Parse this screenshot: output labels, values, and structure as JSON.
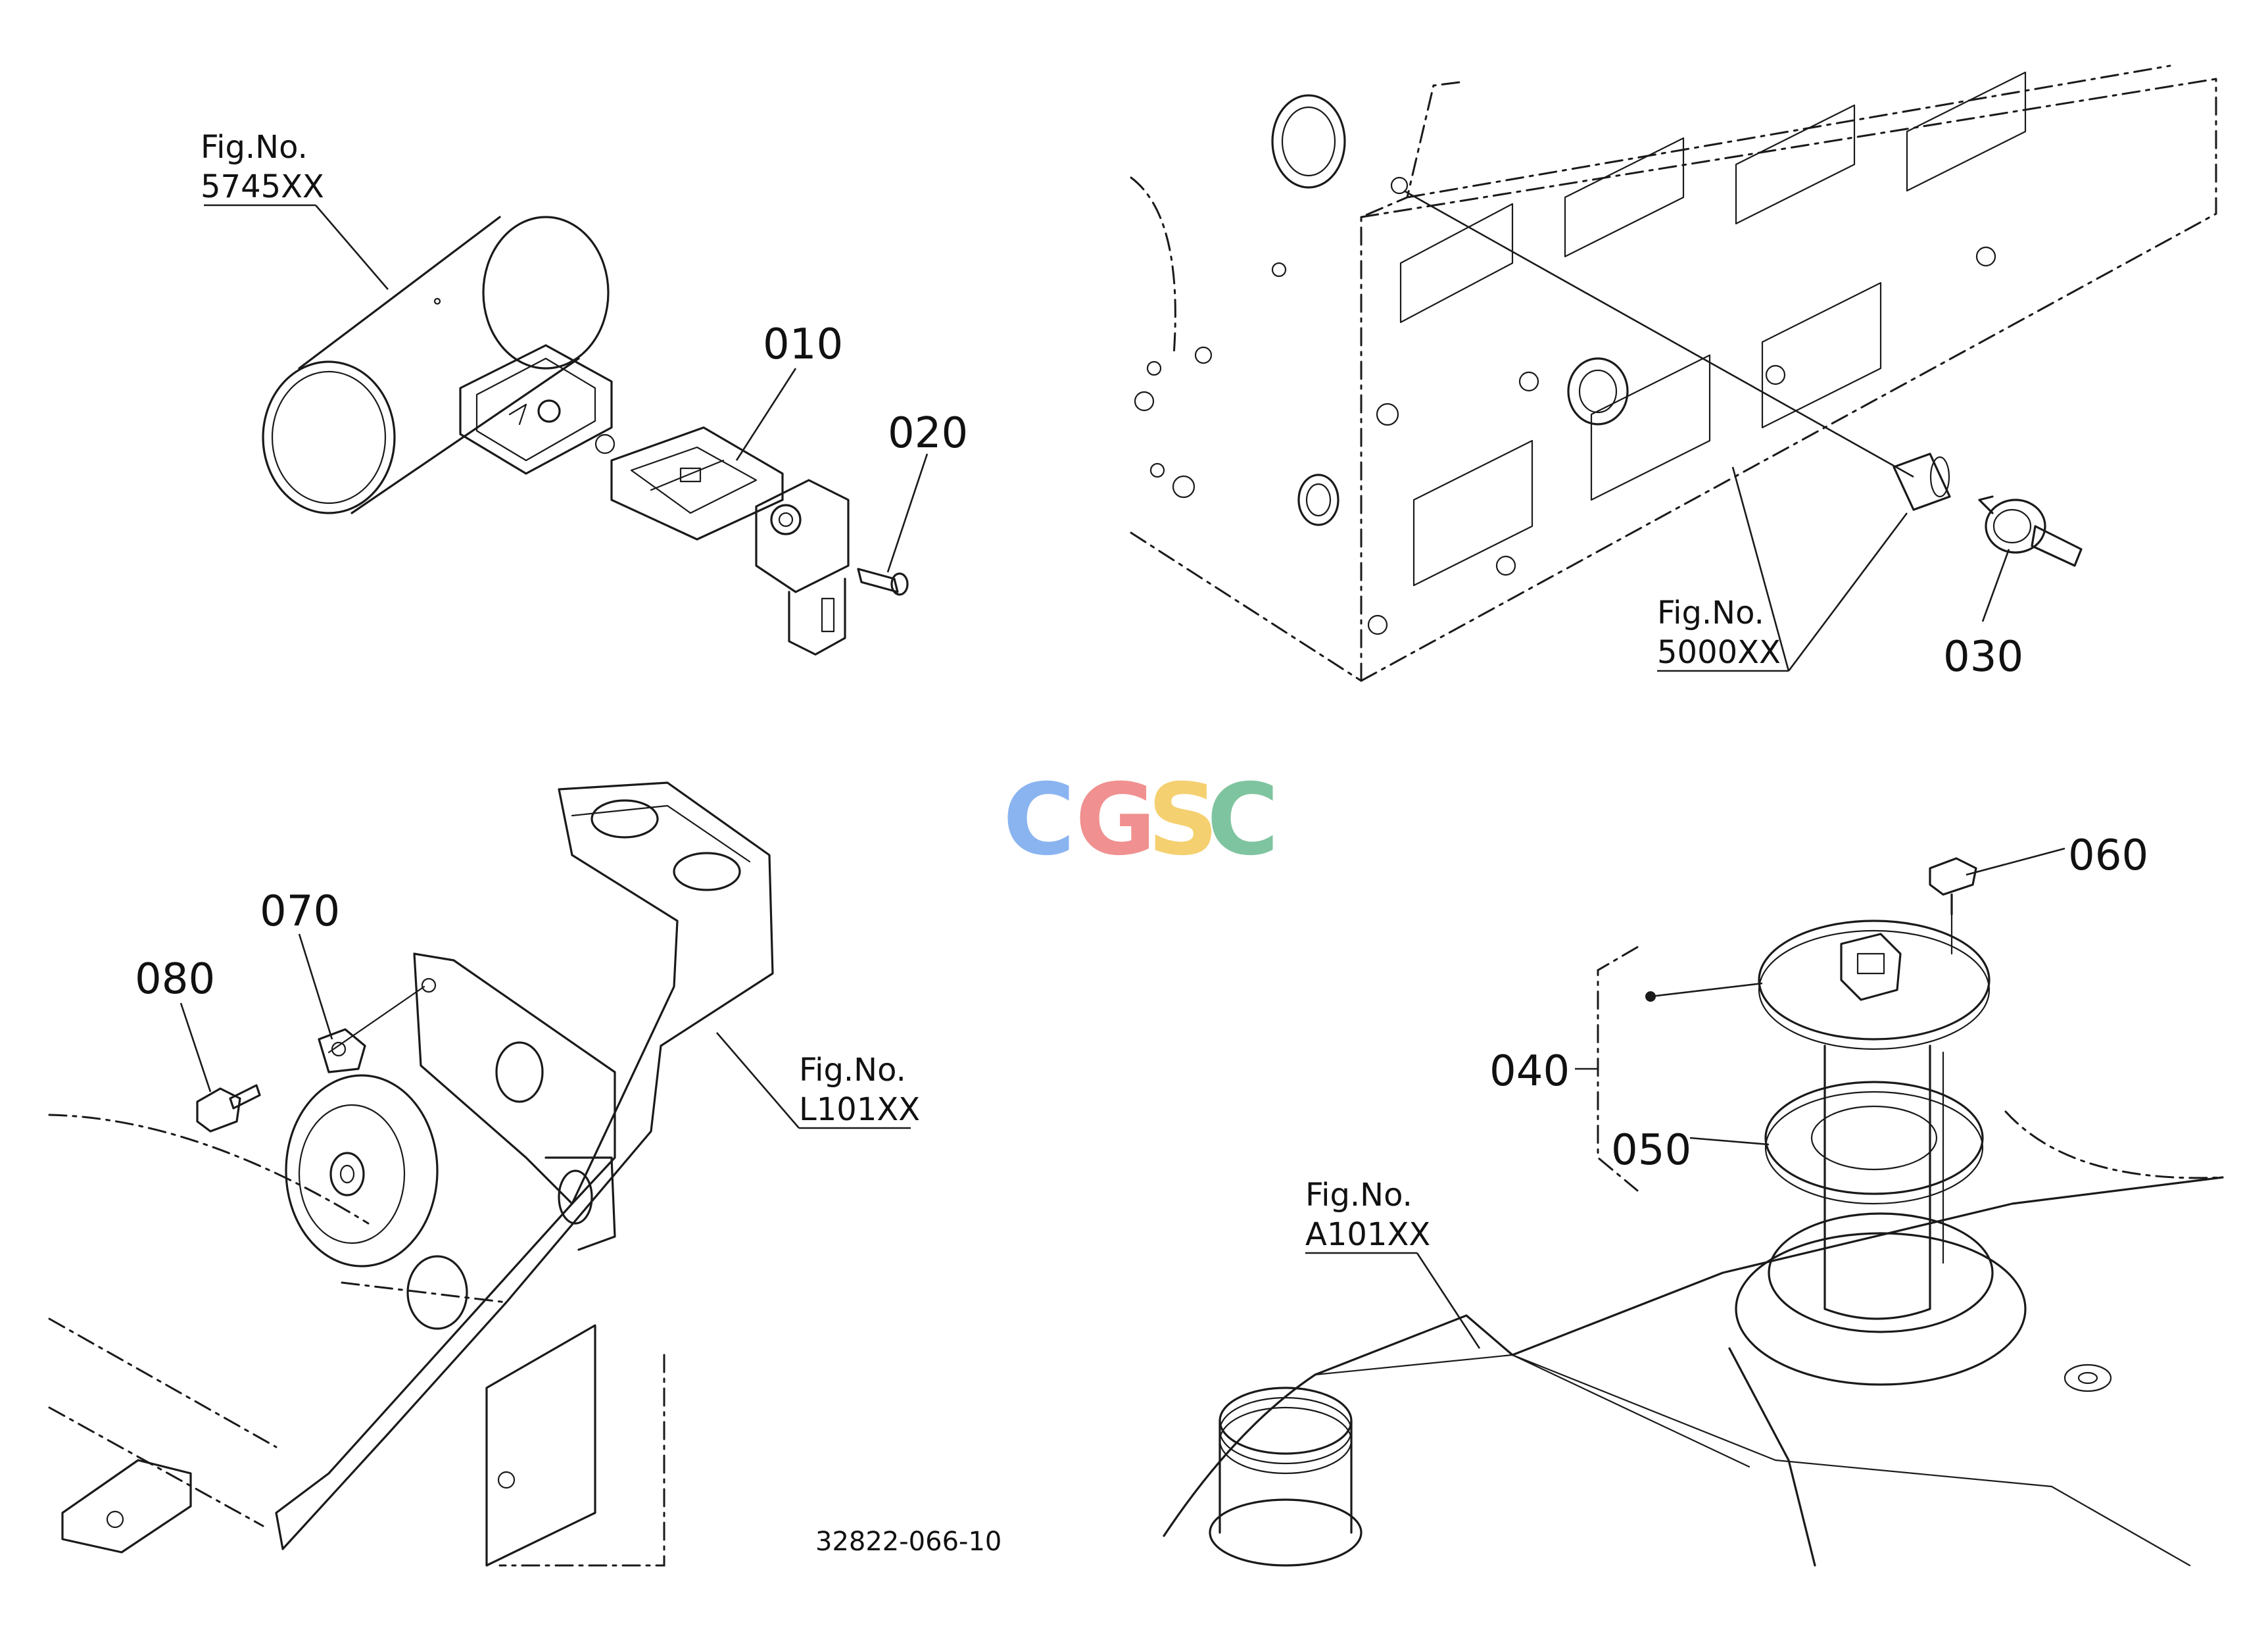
{
  "callouts": {
    "c010": "010",
    "c020": "020",
    "c030": "030",
    "c040": "040",
    "c050": "050",
    "c060": "060",
    "c070": "070",
    "c080": "080"
  },
  "fig_refs": {
    "f5745": {
      "title": "Fig.No.",
      "code": "5745XX"
    },
    "f5000": {
      "title": "Fig.No.",
      "code": "5000XX"
    },
    "fL101": {
      "title": "Fig.No.",
      "code": "L101XX"
    },
    "fA101": {
      "title": "Fig.No.",
      "code": "A101XX"
    }
  },
  "document_number": "32822-066-10",
  "watermark": {
    "letters": [
      "C",
      "G",
      "S",
      "C"
    ],
    "colors": [
      "#8ab4f0",
      "#f09090",
      "#f5d070",
      "#7fc4a0"
    ]
  }
}
